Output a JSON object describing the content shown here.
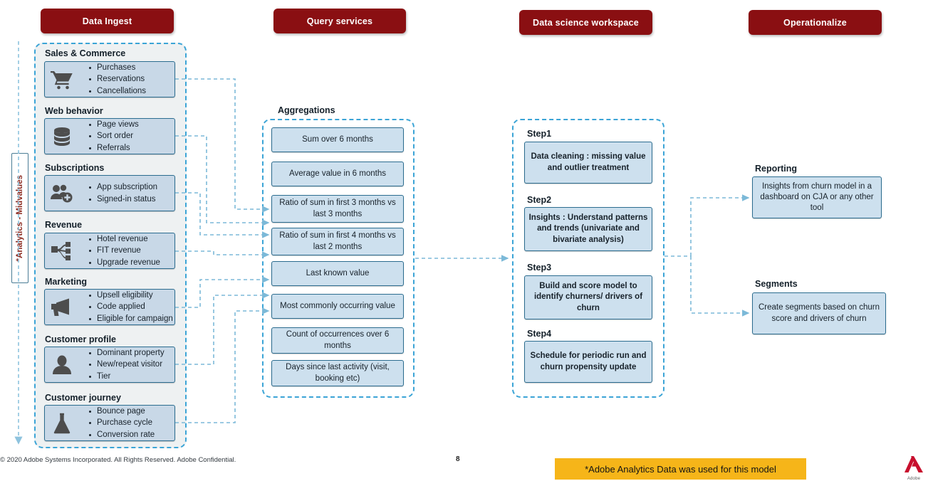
{
  "meta": {
    "accent_red": "#8a0f12",
    "dash_blue": "#3ba4d6",
    "box_fill": "#c8d8e7",
    "box_border": "#2b6c8f",
    "highlight_yellow": "#f6b519"
  },
  "headers": [
    {
      "label": "Data Ingest"
    },
    {
      "label": "Query services"
    },
    {
      "label": "Data science workspace"
    },
    {
      "label": "Operationalize"
    }
  ],
  "side_label": {
    "text": "*Analytics - Midvalues"
  },
  "ingest": {
    "groups": [
      {
        "title": "Sales & Commerce",
        "icon": "shopping-cart-icon",
        "items": [
          "Purchases",
          "Reservations",
          "Cancellations"
        ]
      },
      {
        "title": "Web behavior",
        "icon": "database-icon",
        "items": [
          "Page views",
          "Sort order",
          "Referrals"
        ]
      },
      {
        "title": "Subscriptions",
        "icon": "add-users-icon",
        "items": [
          "App subscription",
          "Signed-in status"
        ]
      },
      {
        "title": "Revenue",
        "icon": "revenue-flow-icon",
        "items": [
          "Hotel revenue",
          "FIT revenue",
          "Upgrade revenue"
        ]
      },
      {
        "title": "Marketing",
        "icon": "megaphone-icon",
        "items": [
          "Upsell eligibility",
          "Code applied",
          "Eligible for campaign"
        ]
      },
      {
        "title": "Customer profile",
        "icon": "person-icon",
        "items": [
          "Dominant property",
          "New/repeat visitor",
          "Tier"
        ]
      },
      {
        "title": "Customer journey",
        "icon": "flask-icon",
        "items": [
          "Bounce page",
          "Purchase cycle",
          "Conversion rate"
        ]
      }
    ]
  },
  "aggregations": {
    "title": "Aggregations",
    "items": [
      "Sum over 6 months",
      "Average value in 6 months",
      "Ratio of sum in first 3 months vs last 3 months",
      "Ratio of sum in first 4 months vs last 2 months",
      "Last known value",
      "Most commonly occurring value",
      "Count of occurrences over 6 months",
      "Days since last activity (visit, booking etc)"
    ]
  },
  "workspace": {
    "steps": [
      {
        "label": "Step1",
        "text": "Data cleaning : missing value and outlier treatment"
      },
      {
        "label": "Step2",
        "text": "Insights : Understand patterns and trends (univariate and bivariate analysis)"
      },
      {
        "label": "Step3",
        "text": "Build and score model to identify churners/ drivers of churn"
      },
      {
        "label": "Step4",
        "text": "Schedule for periodic run and churn propensity update"
      }
    ]
  },
  "operationalize": {
    "blocks": [
      {
        "title": "Reporting",
        "text": "Insights from churn model in a dashboard on CJA or any other tool"
      },
      {
        "title": "Segments",
        "text": "Create segments based on churn score and drivers of churn"
      }
    ]
  },
  "footer": {
    "copyright": "© 2020 Adobe Systems Incorporated.  All Rights Reserved.  Adobe Confidential.",
    "page_number": "8",
    "note": "*Adobe Analytics Data was used for this model",
    "logo_wordmark": "Adobe"
  }
}
